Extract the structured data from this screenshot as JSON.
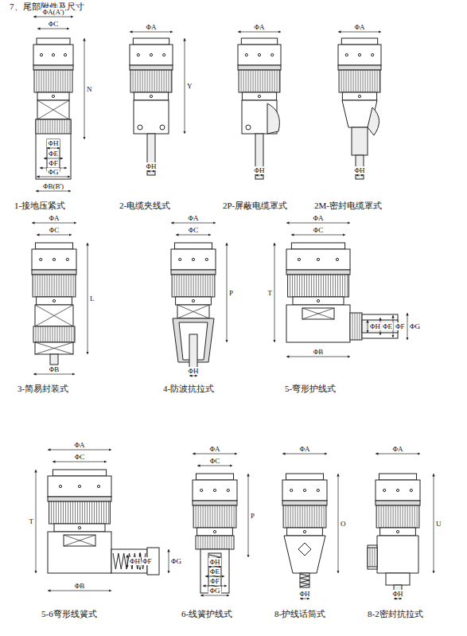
{
  "diagram": {
    "title": "7、尾部附件及尺寸",
    "labels": [
      "ΦA(A')",
      "ΦC",
      "N",
      "ΦH",
      "ΦE",
      "ΦF",
      "ΦG",
      "ΦB(B')",
      "1-接地压紧式",
      "ΦA",
      "Y",
      "ΦH",
      "2-电缆夹线式",
      "ΦA",
      "ΦH",
      "2P-屏蔽电缆罩式",
      "ΦA",
      "ΦH",
      "2M-密封电缆罩式",
      "ΦA",
      "ΦC",
      "L",
      "ΦB",
      "3-简易封装式",
      "ΦA",
      "ΦC",
      "P",
      "ΦH",
      "4-防波抗拉式",
      "ΦA",
      "ΦC",
      "T",
      "ΦH",
      "ΦE",
      "ΦF",
      "ΦG",
      "ΦB",
      "5-弯形护线式",
      "ΦA",
      "ΦC",
      "T",
      "ΦH",
      "ΦF",
      "ΦG",
      "ΦB",
      "5-6弯形线簧式",
      "ΦA",
      "ΦC",
      "P",
      "ΦH",
      "ΦE",
      "ΦF",
      "ΦG",
      "6-线簧护线式",
      "ΦA",
      "O",
      "ΦH",
      "8-护线话筒式",
      "ΦA",
      "U",
      "ΦH",
      "8-2密封抗拉式"
    ]
  }
}
